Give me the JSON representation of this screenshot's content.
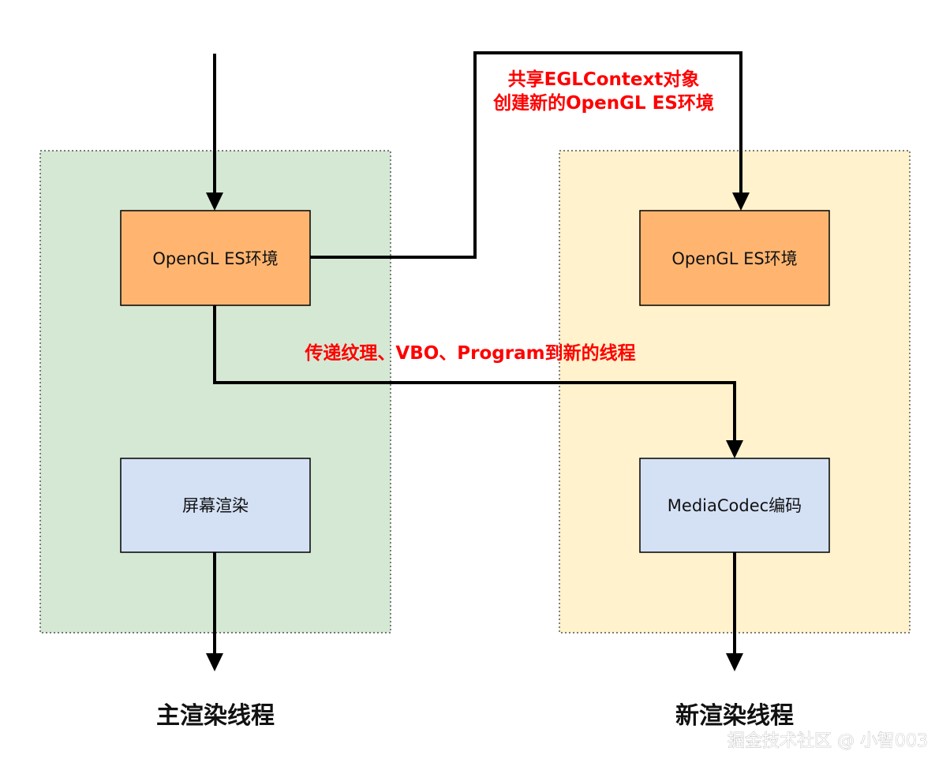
{
  "main_thread": {
    "label": "主渲染线程",
    "fill": "#d5e8d4",
    "nodes": {
      "opengl": {
        "label": "OpenGL ES环境",
        "fill": "#ffb570",
        "stroke": "#000000"
      },
      "render": {
        "label": "屏幕渲染",
        "fill": "#d4e1f5",
        "stroke": "#000000"
      }
    }
  },
  "new_thread": {
    "label": "新渲染线程",
    "fill": "#fff2cc",
    "nodes": {
      "opengl": {
        "label": "OpenGL ES环境",
        "fill": "#ffb570",
        "stroke": "#000000"
      },
      "encode": {
        "label": "MediaCodec编码",
        "fill": "#d4e1f5",
        "stroke": "#000000"
      }
    }
  },
  "edges": {
    "share_context": {
      "label_line1": "共享EGLContext对象",
      "label_line2": "创建新的OpenGL ES环境",
      "color": "#ff0000"
    },
    "pass_resources": {
      "label": "传递纹理、VBO、Program到新的线程",
      "color": "#ff0000"
    }
  },
  "watermark": "掘金技术社区 @ 小智003"
}
